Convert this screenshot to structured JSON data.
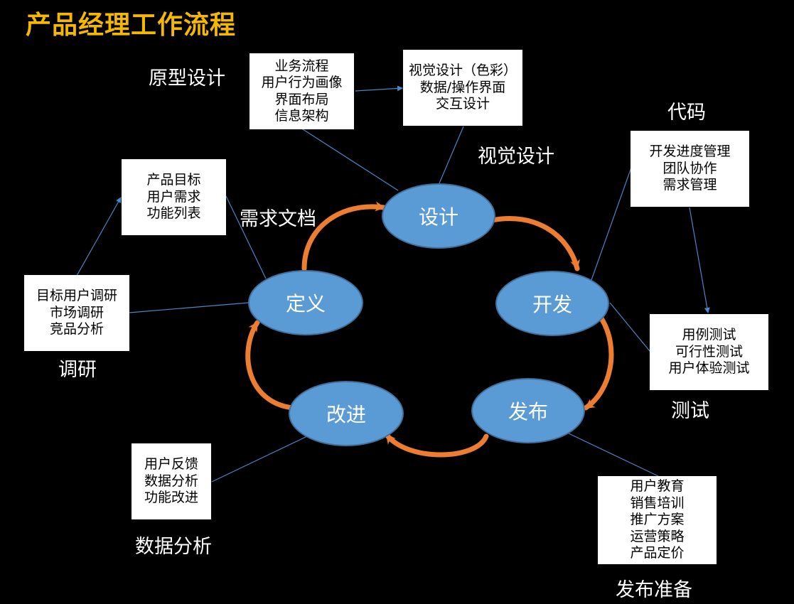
{
  "title": "产品经理工作流程",
  "colors": {
    "title": "#f5b800",
    "node": "#5b9bd5",
    "arrow": "#ed7d31",
    "line": "#4a86c8"
  },
  "nodes": {
    "design": "设计",
    "develop": "开发",
    "release": "发布",
    "improve": "改进",
    "define": "定义"
  },
  "labels": {
    "prototype": "原型设计",
    "visual": "视觉设计",
    "code": "代码",
    "requirements_doc": "需求文档",
    "research": "调研",
    "testing": "测试",
    "data_analysis": "数据分析",
    "release_prep": "发布准备"
  },
  "boxes": {
    "prototype": [
      "业务流程",
      "用户行为画像",
      "界面布局",
      "信息架构"
    ],
    "visual": [
      "视觉设计（色彩）",
      "数据/操作界面",
      "交互设计"
    ],
    "code": [
      "开发进度管理",
      "团队协作",
      "需求管理"
    ],
    "requirements": [
      "产品目标",
      "用户需求",
      "功能列表"
    ],
    "research": [
      "目标用户调研",
      "市场调研",
      "竞品分析"
    ],
    "testing": [
      "用例测试",
      "可行性测试",
      "用户体验测试"
    ],
    "feedback": [
      "用户反馈",
      "数据分析",
      "功能改进"
    ],
    "release_prep": [
      "用户教育",
      "销售培训",
      "推广方案",
      "运营策略",
      "产品定价"
    ]
  }
}
